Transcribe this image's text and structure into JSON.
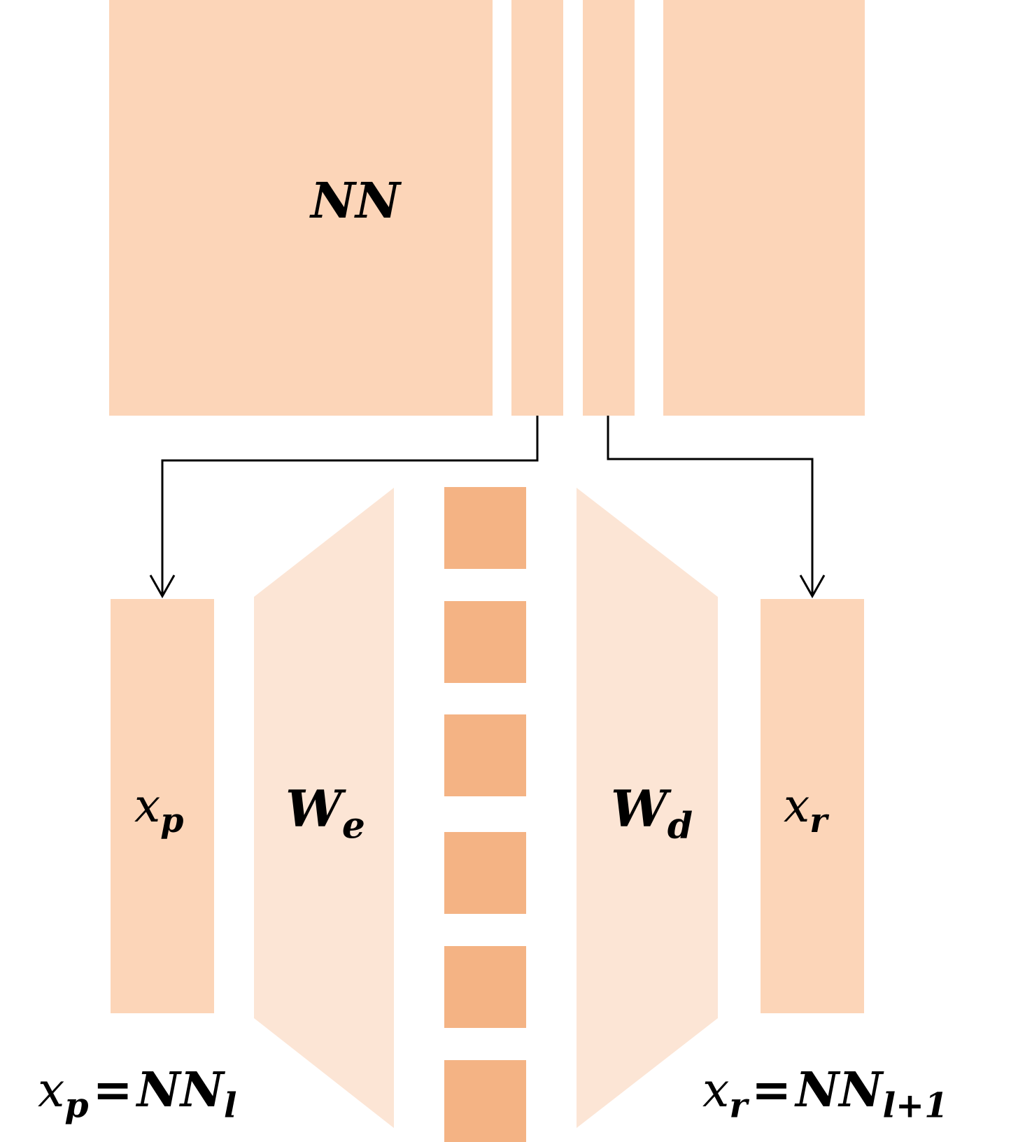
{
  "labels": {
    "nn": "NN",
    "xp_base": "x",
    "xp_sub": "p",
    "we_base": "W",
    "we_sub": "e",
    "wd_base": "W",
    "wd_sub": "d",
    "xr_base": "x",
    "xr_sub": "r"
  },
  "equations": {
    "left": {
      "lhs_base": "x",
      "lhs_sub": "p",
      "op": "=",
      "rhs_base": "NN",
      "rhs_sub": "l"
    },
    "right": {
      "lhs_base": "x",
      "lhs_sub": "r",
      "op": "=",
      "rhs_base": "NN",
      "rhs_sub": "l+1"
    }
  },
  "latent_blocks": 6,
  "colors": {
    "matrix": "#fcd5b8",
    "latent": "#f4b384",
    "trapezoid": "#fce5d5",
    "arrow": "#000000"
  }
}
